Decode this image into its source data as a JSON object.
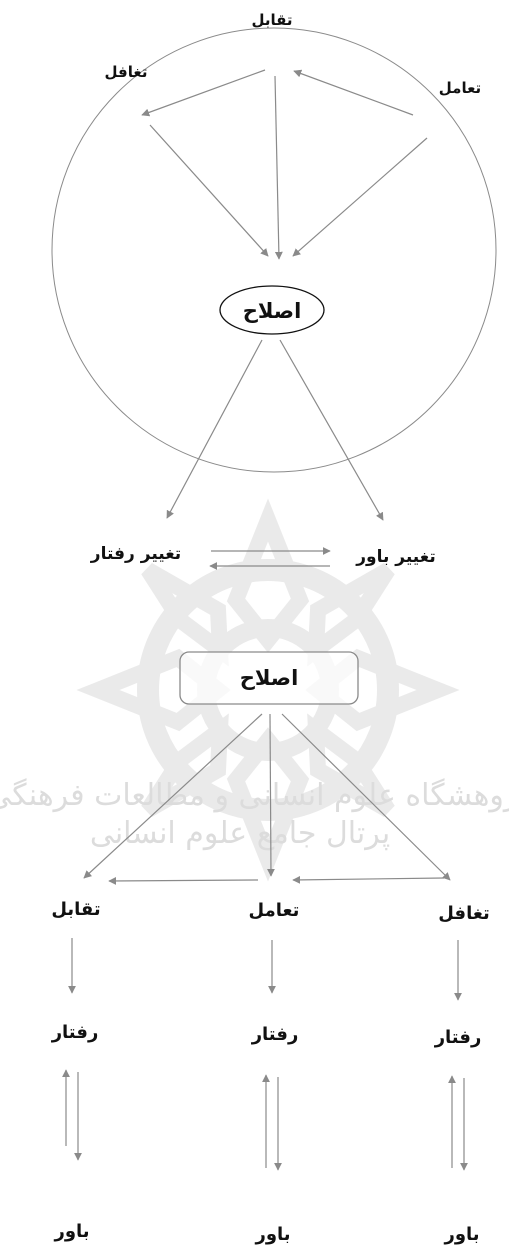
{
  "colors": {
    "line": "#8a8a8a",
    "text": "#111111",
    "box_border": "#8a8a8a",
    "watermark": "#d9d9d9"
  },
  "watermark": {
    "caption_line1": "پژوهشگاه علوم انسانی و مطالعات فرهنگی",
    "caption_line2": "پرتال جامع علوم انسانی"
  },
  "top_diagram": {
    "label_confront": "تقابل",
    "label_ignore": "تغافل",
    "label_interact": "تعامل",
    "center": "اصلاح",
    "label_behavior_change": "تغییر رفتار",
    "label_belief_change": "تغییر باور"
  },
  "bottom_diagram": {
    "center": "اصلاح",
    "columns": [
      {
        "title": "تقابل",
        "behavior": "رفتار",
        "belief": "باور"
      },
      {
        "title": "تعامل",
        "behavior": "رفتار",
        "belief": "باور"
      },
      {
        "title": "تغافل",
        "behavior": "رفتار",
        "belief": "باور"
      }
    ]
  }
}
